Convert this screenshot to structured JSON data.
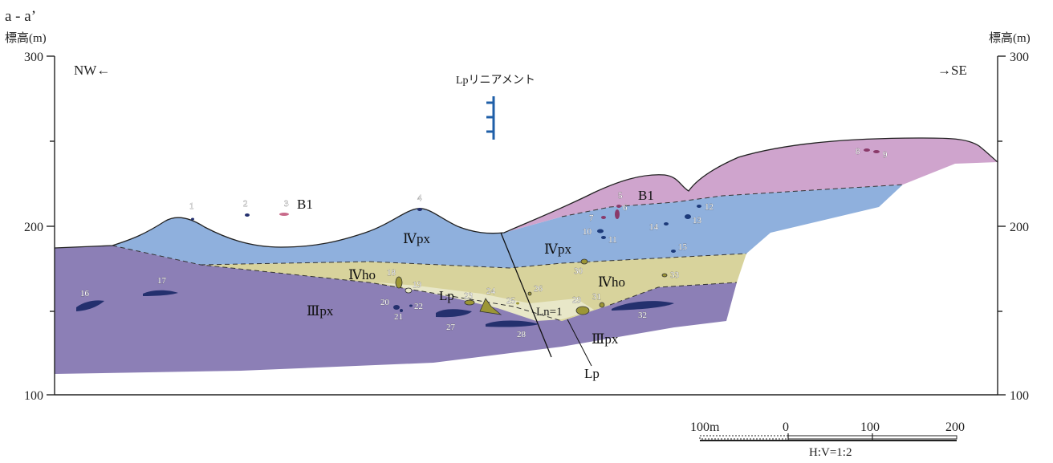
{
  "section_title": "a - a’",
  "elevation_label_left": "標高(m)",
  "elevation_label_right": "標高(m)",
  "axis_ticks": [
    "300",
    "200",
    "100"
  ],
  "direction_left": "NW←",
  "direction_right": "→SE",
  "lineament_label": "Lpリニアメント",
  "units": {
    "b1_left": "B1",
    "b1_right": "B1",
    "ivpx_left": "Ⅳpx",
    "ivpx_right": "Ⅳpx",
    "ivho_left": "Ⅳho",
    "ivho_right": "Ⅳho",
    "iiipx_left": "Ⅲpx",
    "iiipx_right": "Ⅲpx",
    "lp_center": "Lp",
    "lp_fault": "Lp",
    "ln_label": "Ln=1"
  },
  "sample_numbers": [
    "1",
    "2",
    "3",
    "4",
    "5",
    "6",
    "7",
    "8",
    "9",
    "10",
    "11",
    "12",
    "13",
    "14",
    "15",
    "16",
    "17",
    "18",
    "19",
    "20",
    "21",
    "22",
    "23",
    "24",
    "25",
    "26",
    "27",
    "28",
    "29",
    "30",
    "31",
    "32",
    "33"
  ],
  "scale_bar": {
    "labels": [
      "100m",
      "0",
      "100",
      "200"
    ],
    "ratio": "H:V=1:2"
  },
  "colors": {
    "iiipx": "#8c7fb6",
    "ivho": "#d8d39c",
    "ivpx": "#8fb0dd",
    "b1": "#cfa4cd",
    "lp_fill": "#e8e7c8",
    "lineament": "#1f5fa8",
    "inclusion_dark": "#24306e",
    "inclusion_olive": "#9c9636"
  }
}
